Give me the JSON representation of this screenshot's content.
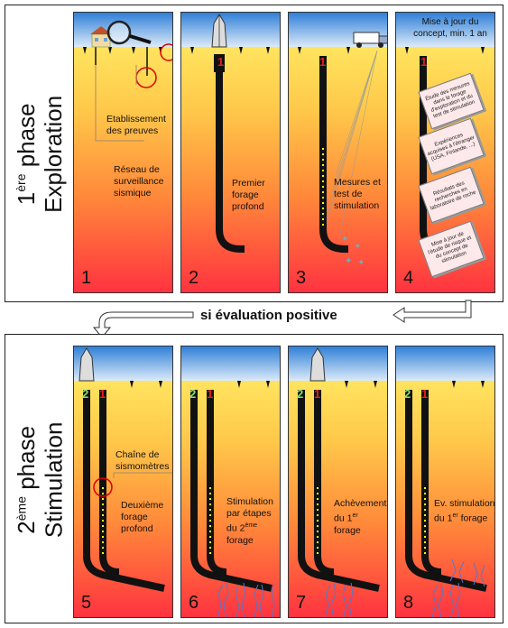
{
  "phase1": {
    "sup": "ère",
    "word": "phase",
    "name": "Exploration",
    "num": "1"
  },
  "phase2": {
    "sup": "ème",
    "word": "phase",
    "name": "Stimulation",
    "num": "2"
  },
  "transition": "si évaluation positive",
  "panels": {
    "p1": {
      "num": "1",
      "label1": "Etablissement des preuves",
      "label2": "Réseau de surveillance sismique"
    },
    "p2": {
      "num": "2",
      "label": "Premier forage profond",
      "well": "1"
    },
    "p3": {
      "num": "3",
      "label": "Mesures et test de stimulation",
      "well": "1"
    },
    "p4": {
      "num": "4",
      "header": "Mise à jour du concept, min. 1 an",
      "well": "1",
      "notes": [
        "Étude des mesures dans le forage d'exploration et du test de stimulation",
        "Expériences acquises à l'étranger (USA, Finlande, ...)",
        "Résultats des recherches en laboratoire de roche",
        "Mise à jour de l'étude de risque et du concept de stimulation"
      ]
    },
    "p5": {
      "num": "5",
      "label1": "Chaîne de sismomètres",
      "label2": "Deuxième forage profond",
      "w2": "2",
      "w1": "1"
    },
    "p6": {
      "num": "6",
      "line1": "Stimulation",
      "line2": "par étapes",
      "line3pre": "du 2",
      "line3sup": "ème",
      "line4": "forage",
      "w2": "2",
      "w1": "1"
    },
    "p7": {
      "num": "7",
      "line1": "Achèvement",
      "line2pre": "du 1",
      "line2sup": "er",
      "line3": "forage",
      "w2": "2",
      "w1": "1"
    },
    "p8": {
      "num": "8",
      "line1": "Ev. stimulation",
      "line2pre": "du 1",
      "line2sup": "er",
      "line2post": " forage",
      "w2": "2",
      "w1": "1"
    }
  }
}
